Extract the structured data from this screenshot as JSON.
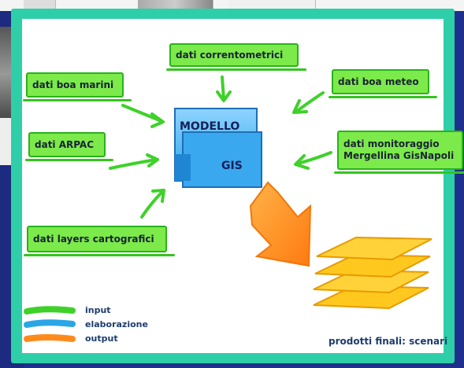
{
  "diagram": {
    "inputs": {
      "correntometrici": "dati correntometrici",
      "boa_marini": "dati boa marini",
      "boa_meteo": "dati boa meteo",
      "arpac": "dati ARPAC",
      "monitoraggio_line1": "dati monitoraggio",
      "monitoraggio_line2": "Mergellina GisNapoli",
      "layers": "dati layers cartografici"
    },
    "model": {
      "line1": "MODELLO",
      "line2": "GIS"
    },
    "output_label": "prodotti finali: scenari",
    "legend": [
      {
        "label": "input",
        "color": "#3fd12a"
      },
      {
        "label": "elaborazione",
        "color": "#2aa6e6"
      },
      {
        "label": "output",
        "color": "#ff8a1c"
      }
    ]
  },
  "colors": {
    "frame": "#2ecfa8",
    "input_fill": "#7cea4a",
    "model_fill": "#4fb6f0",
    "output_fill": "#ff8a1c",
    "layer_fill": "#ffc81e"
  }
}
